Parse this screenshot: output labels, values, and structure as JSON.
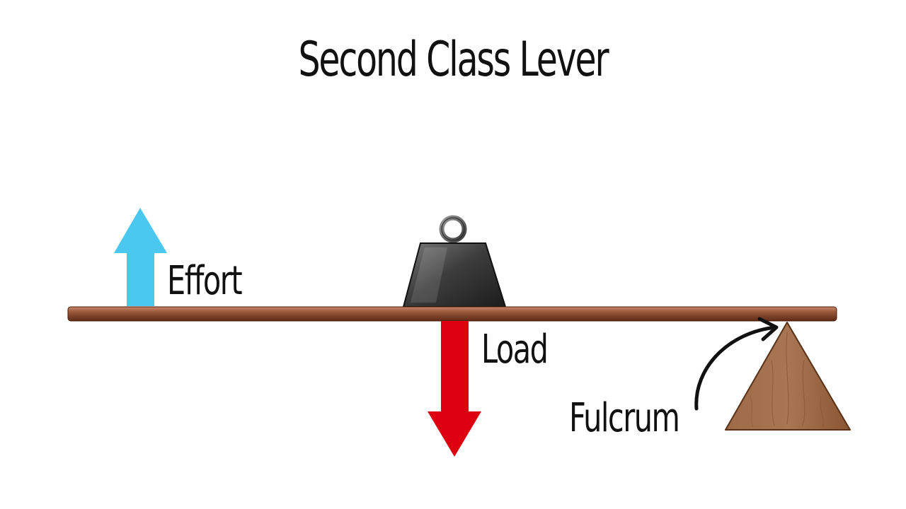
{
  "title": "Second Class Lever",
  "labels": {
    "effort": "Effort",
    "load": "Load",
    "fulcrum": "Fulcrum"
  },
  "colors": {
    "effort_arrow": "#4bc8f0",
    "load_arrow": "#dd0010",
    "lever_bar": "#7a3b22",
    "weight": "#3a3a3a",
    "fulcrum": "#8a5a3a",
    "text": "#111111"
  }
}
